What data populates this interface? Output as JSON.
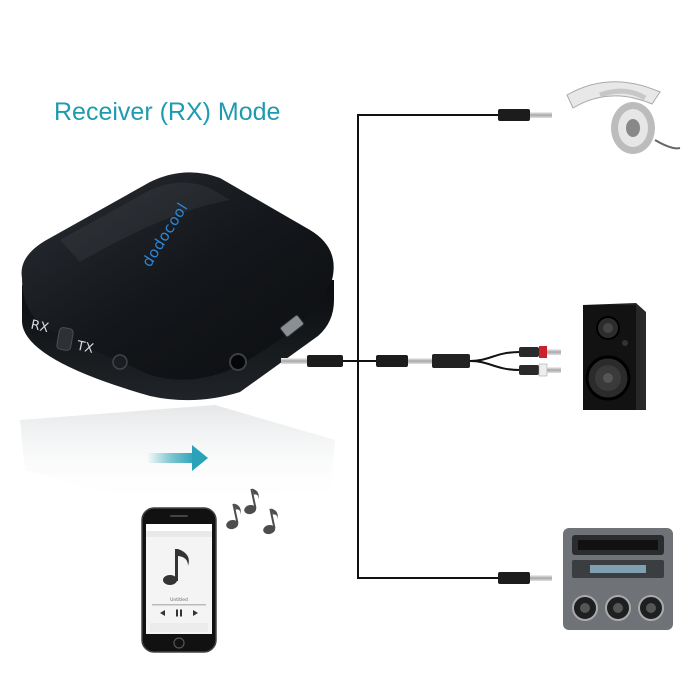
{
  "title": "Receiver (RX) Mode",
  "device": {
    "brand": "dodocool",
    "switch_left": "RX",
    "switch_right": "TX"
  },
  "phone": {
    "track": "Untitled"
  },
  "colors": {
    "accent": "#1f9bb0",
    "device_body": "#16191d",
    "logo": "#2e86d6",
    "arrow": "#2aa3b8",
    "cable": "#111111"
  },
  "icons": [
    "headphones-icon",
    "speaker-icon",
    "car-stereo-icon",
    "music-notes-icon",
    "arrow-right-icon"
  ]
}
